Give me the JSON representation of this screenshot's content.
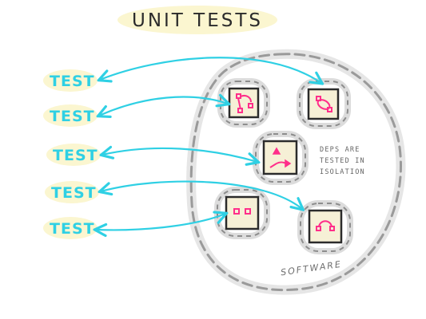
{
  "title": "UNIT TESTS",
  "tests": [
    {
      "label": "TEST"
    },
    {
      "label": "TEST"
    },
    {
      "label": "TEST"
    },
    {
      "label": "TEST"
    },
    {
      "label": "TEST"
    }
  ],
  "note": {
    "line1": "DEPS ARE",
    "line2": "TESTED IN",
    "line3": "ISOLATION"
  },
  "boundary_label": "SOFTWARE",
  "units": [
    {
      "icon": "path-curve-icon"
    },
    {
      "icon": "loop-curve-icon"
    },
    {
      "icon": "triangle-arrow-icon"
    },
    {
      "icon": "two-squares-icon"
    },
    {
      "icon": "arch-curve-icon"
    }
  ],
  "colors": {
    "accent": "#2fd0e4",
    "highlight": "#fbf6d0",
    "icon": "#ff2e8a",
    "boundary": "#9a9a9a",
    "unit_fill": "#f6f0d6"
  }
}
